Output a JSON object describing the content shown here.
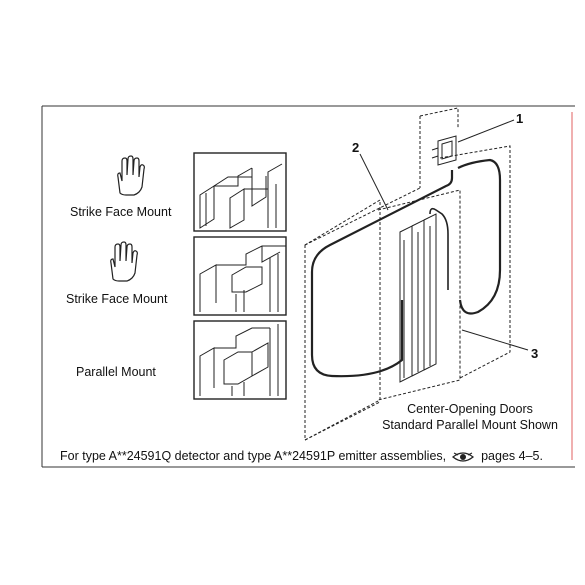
{
  "mounts": [
    {
      "label": "Strike Face Mount"
    },
    {
      "label": "Strike Face Mount"
    },
    {
      "label": "Parallel Mount"
    }
  ],
  "callouts": [
    "1",
    "2",
    "3"
  ],
  "caption": {
    "line1": "Center-Opening Doors",
    "line2": "Standard Parallel Mount Shown"
  },
  "footer": {
    "text": "For type A**24591Q detector and type A**24591P emitter assemblies,",
    "pages": "pages 4–5.",
    "icon": "eye-reference-icon"
  }
}
